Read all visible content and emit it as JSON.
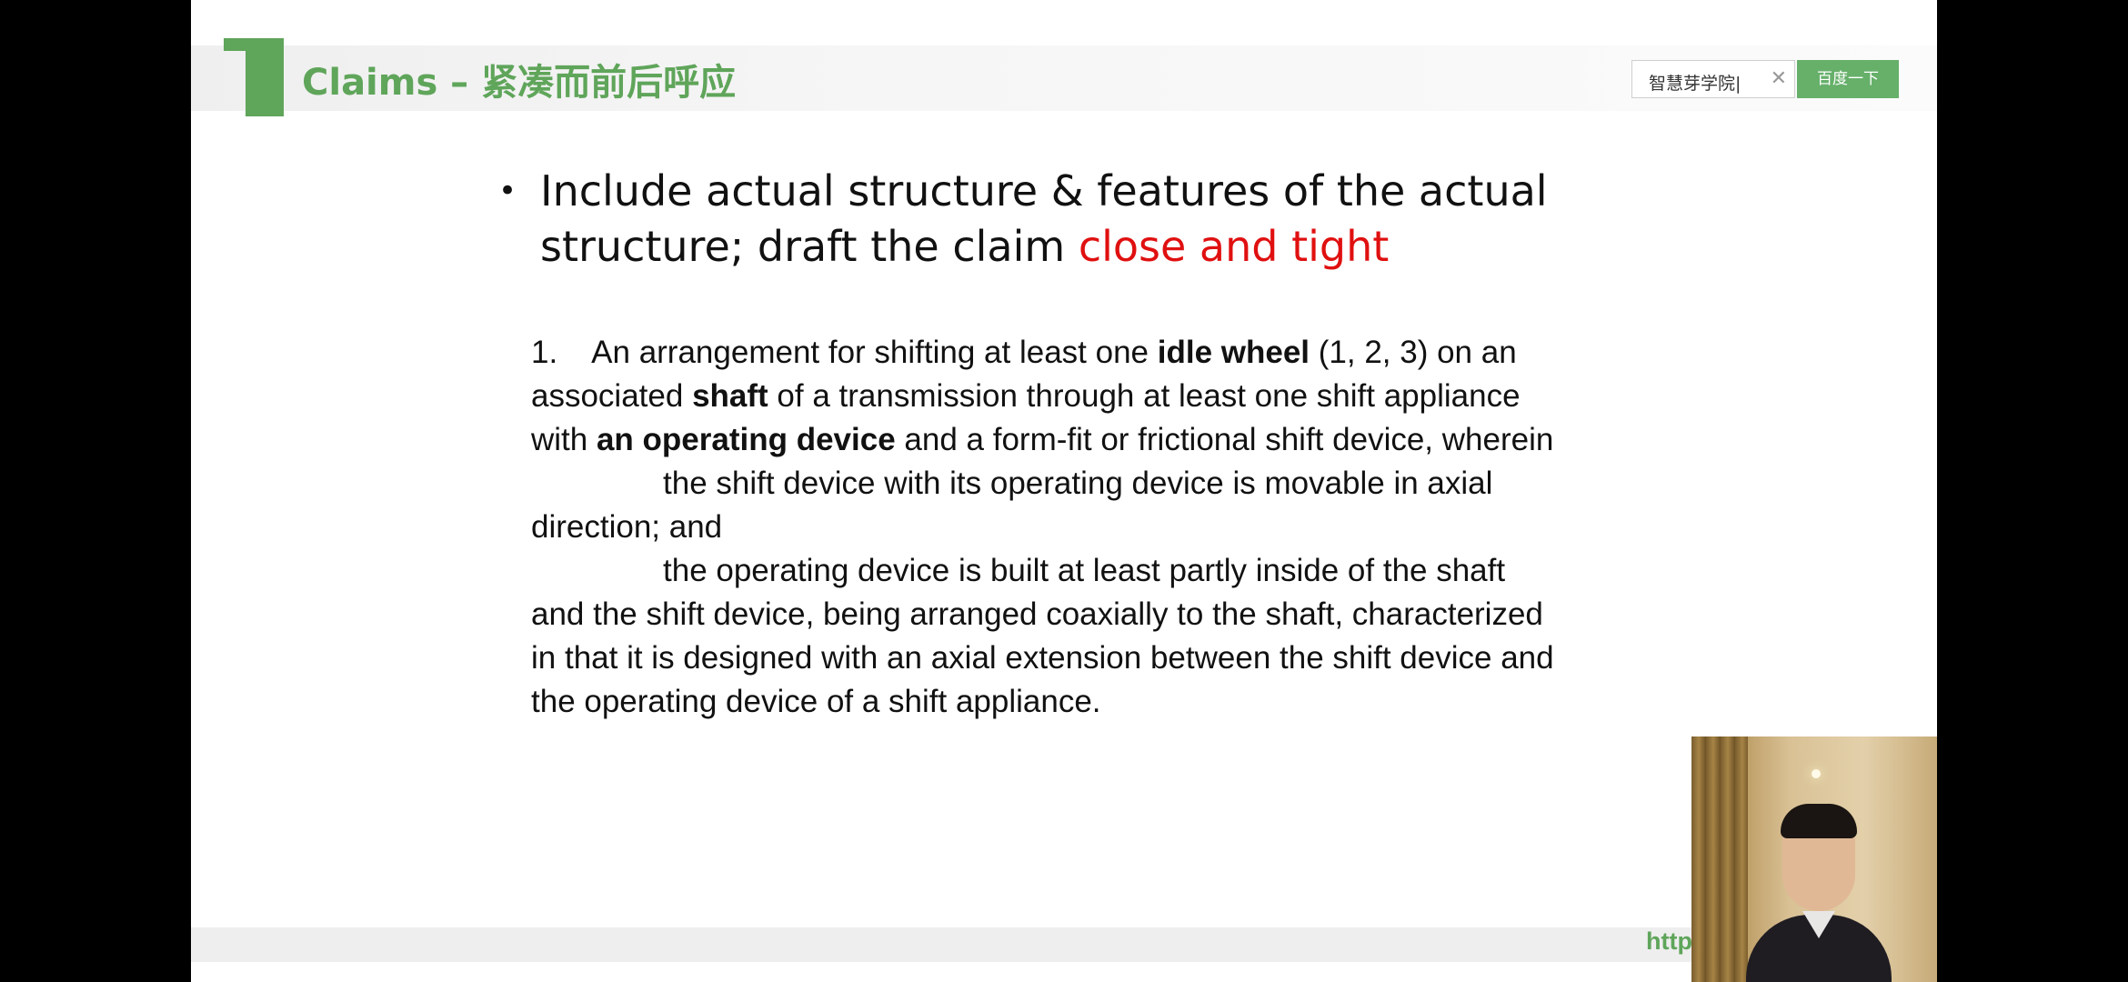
{
  "slide": {
    "title": "Claims – 紧凑而前后呼应",
    "bullet": {
      "text_before": "Include actual structure & features of the actual structure; draft the claim ",
      "highlight": "close and tight",
      "highlight_color": "#e01010"
    },
    "claim": {
      "p1_a": "1.    An arrangement for shifting at least one ",
      "p1_b": "idle wheel",
      "p1_c": " (1, 2, 3) on an associated ",
      "p1_d": "shaft",
      "p1_e": " of a transmission through at least one shift appliance with ",
      "p1_f": "an operating device",
      "p1_g": " and a form-fit or frictional shift device, wherein",
      "p2": "the shift device with its operating device is movable in axial direction; and",
      "p3": "the operating device is built at least partly inside of the shaft and the shift device, being arranged coaxially to the shaft, characterized in that it is designed with an axial extension between the shift device and the operating device of a shift appliance."
    },
    "footer_link": "http",
    "accent_color": "#5fa55a"
  },
  "search": {
    "value": "智慧芽学院|",
    "clear_icon": "close-icon",
    "button_label": "百度一下",
    "button_color": "#66b06a"
  },
  "webcam": {
    "icon": "webcam-video-icon"
  }
}
